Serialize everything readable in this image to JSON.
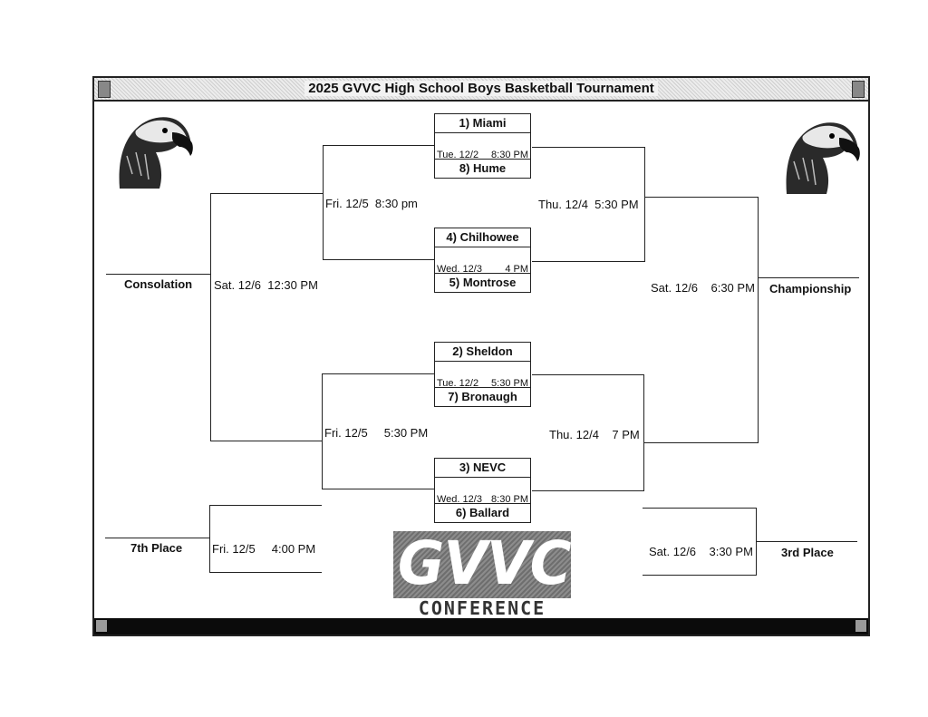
{
  "header": {
    "title": "2025 GVVC High School Boys Basketball Tournament"
  },
  "matchups": [
    {
      "top": "1) Miami",
      "bottom": "8) Hume",
      "day": "Tue. 12/2",
      "time": "8:30 PM"
    },
    {
      "top": "4) Chilhowee",
      "bottom": "5) Montrose",
      "day": "Wed. 12/3",
      "time": "4 PM"
    },
    {
      "top": "2) Sheldon",
      "bottom": "7) Bronaugh",
      "day": "Tue. 12/2",
      "time": "5:30 PM"
    },
    {
      "top": "3) NEVC",
      "bottom": "6) Ballard",
      "day": "Wed. 12/3",
      "time": "8:30 PM"
    }
  ],
  "games": {
    "cons_semi_top": "Fri. 12/5  8:30 pm",
    "cons_semi_bottom": "Fri. 12/5     5:30 PM",
    "consolation": "Sat. 12/6  12:30 PM",
    "seventh": "Fri. 12/5     4:00 PM",
    "semi_top": "Thu. 12/4  5:30 PM",
    "semi_bottom": "Thu. 12/4    7 PM",
    "championship": "Sat. 12/6    6:30 PM",
    "third": "Sat. 12/6    3:30 PM"
  },
  "places": {
    "consolation": "Consolation",
    "seventh": "7th Place",
    "championship": "Championship",
    "third": "3rd Place"
  },
  "logo": {
    "main": "GVVC",
    "sub": "CONFERENCE"
  }
}
